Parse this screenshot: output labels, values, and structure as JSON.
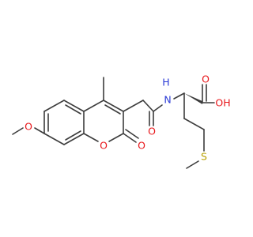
{
  "molecule": {
    "atoms": {
      "o_methoxy": "O",
      "o_ring": "O",
      "o_lactone_carbonyl": "O",
      "o_amide": "O",
      "n_amide": "N",
      "h_amide": "H",
      "o_acid_carbonyl": "O",
      "o_acid_hydroxyl": "OH",
      "s_thioether": "S"
    },
    "colors": {
      "carbon": "#3c3c3c",
      "oxygen": "#e8171b",
      "nitrogen": "#2b3bd6",
      "sulfur": "#b8a000"
    }
  }
}
